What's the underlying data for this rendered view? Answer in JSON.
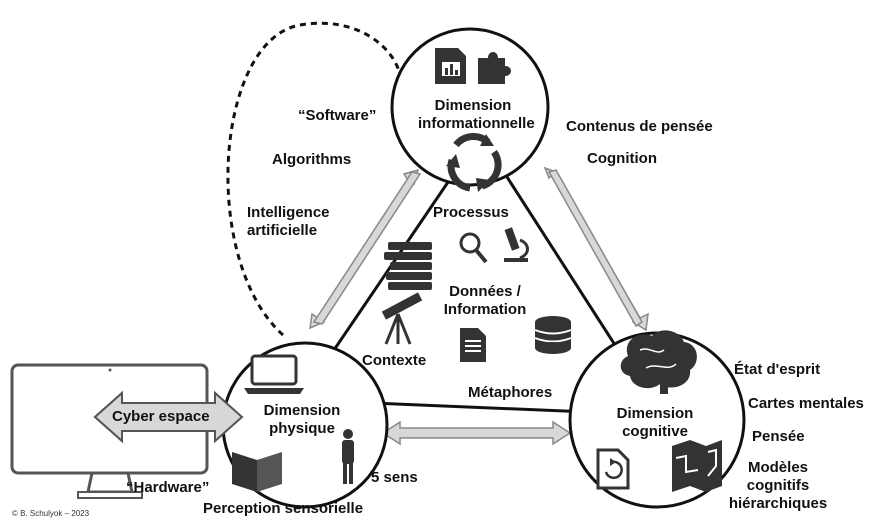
{
  "nodes": {
    "informational": {
      "title_line1": "Dimension",
      "title_line2": "informationnelle"
    },
    "physical": {
      "title_line1": "Dimension",
      "title_line2": "physique"
    },
    "cognitive": {
      "title_line1": "Dimension",
      "title_line2": "cognitive"
    }
  },
  "labels": {
    "software": "“Software”",
    "algorithms": "Algorithms",
    "ai_line1": "Intelligence",
    "ai_line2": "artificielle",
    "thought_contents": "Contenus de pensée",
    "cognition": "Cognition",
    "processus": "Processus",
    "data_line1": "Données /",
    "data_line2": "Information",
    "contexte": "Contexte",
    "metaphores": "Métaphores",
    "etat": "État d'esprit",
    "cartes": "Cartes mentales",
    "pensee": "Pensée",
    "modeles_line1": "Modèles",
    "modeles_line2": "cognitifs",
    "modeles_line3": "hiérarchiques",
    "cyber": "Cyber espace",
    "hardware": "“Hardware”",
    "sens": "5 sens",
    "perception": "Perception sensorielle",
    "copyright": "© B. Schulyok – 2023"
  },
  "icons": [
    "chart-document-icon",
    "puzzle-icon",
    "cycle-arrows-icon",
    "books-icon",
    "magnifier-icon",
    "microscope-icon",
    "telescope-icon",
    "document-icon",
    "database-icon",
    "brain-icon",
    "laptop-icon",
    "open-book-icon",
    "person-icon",
    "refresh-document-icon",
    "map-icon",
    "monitor-icon"
  ],
  "colors": {
    "stroke": "#111111",
    "arrow_fill": "#d8d8d8",
    "arrow_stroke": "#888888",
    "icon_fill": "#333333"
  }
}
